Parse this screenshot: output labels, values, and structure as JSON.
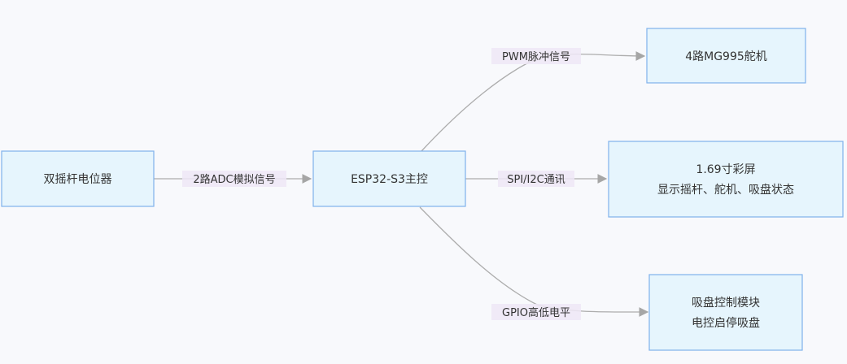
{
  "diagram": {
    "nodes": {
      "joystick": {
        "label": "双摇杆电位器"
      },
      "esp32": {
        "label": "ESP32-S3主控"
      },
      "servo": {
        "label": "4路MG995舵机"
      },
      "screen": {
        "line1": "1.69寸彩屏",
        "line2": "显示摇杆、舵机、吸盘状态"
      },
      "suction": {
        "line1": "吸盘控制模块",
        "line2": "电控启停吸盘"
      }
    },
    "edges": {
      "adc": {
        "label": "2路ADC模拟信号"
      },
      "pwm": {
        "label": "PWM脉冲信号"
      },
      "spi": {
        "label": "SPI/I2C通讯"
      },
      "gpio": {
        "label": "GPIO高低电平"
      }
    }
  }
}
